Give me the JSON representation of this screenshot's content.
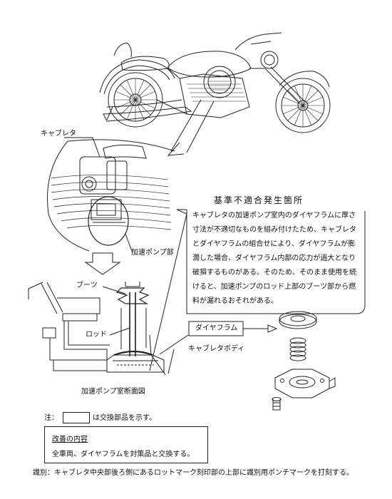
{
  "labels": {
    "carburetor": "キャブレタ",
    "accel_pump": "加速ポンプ部",
    "boots": "ブーツ",
    "rod": "ロッド",
    "diaphragm": "ダイヤフラム",
    "carb_body": "キャブレタボディ",
    "section_caption": "加速ポンプ室断面図"
  },
  "callout": {
    "title": "基準不適合発生箇所",
    "text": "キャブレタの加速ポンプ室内のダイヤフラムに厚さ寸法が不適切なものを組み付けたため、キャブレタとダイヤフラムの組合せにより、ダイヤフラムが膨潤した場合、ダイヤフラム内部の応力が過大となり破損するものがある。そのため、そのまま使用を続けると、加速ポンプのロッド上部のブーツ部から燃料が漏れるおそれがある。"
  },
  "legend": {
    "prefix": "注：",
    "suffix": "は交換部品を示す。"
  },
  "improvement": {
    "heading": "改善の内容",
    "body": "全車両、ダイヤフラムを対策品と交換する。"
  },
  "identification": "識別：キャブレタ中央部後ろ側にあるロットマーク刻印部の上部に識別用ポンチマークを打刻する。"
}
